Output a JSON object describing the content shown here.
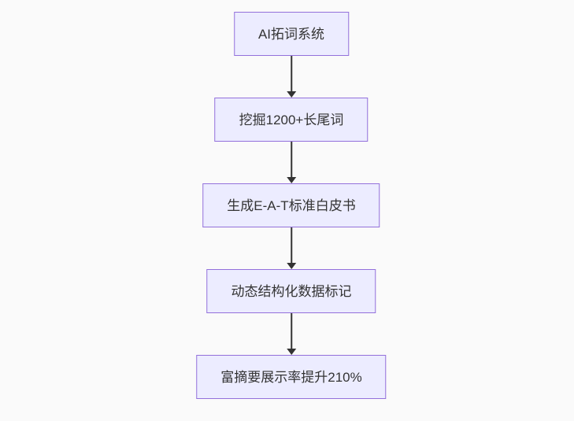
{
  "diagram": {
    "type": "flowchart",
    "direction": "top-down",
    "nodes": [
      {
        "id": "step-1",
        "label": "AI拓词系统"
      },
      {
        "id": "step-2",
        "label": "挖掘1200+长尾词"
      },
      {
        "id": "step-3",
        "label": "生成E-A-T标准白皮书"
      },
      {
        "id": "step-4",
        "label": "动态结构化数据标记"
      },
      {
        "id": "step-5",
        "label": "富摘要展示率提升210%"
      }
    ],
    "edges": [
      {
        "from": "step-1",
        "to": "step-2",
        "style": "arrow"
      },
      {
        "from": "step-2",
        "to": "step-3",
        "style": "arrow"
      },
      {
        "from": "step-3",
        "to": "step-4",
        "style": "arrow"
      },
      {
        "from": "step-4",
        "to": "step-5",
        "style": "arrow"
      }
    ],
    "colors": {
      "background": "#fafafa",
      "node_fill": "#ECECFF",
      "node_border": "#9370DB",
      "node_text": "#333333",
      "arrow": "#333333"
    }
  }
}
